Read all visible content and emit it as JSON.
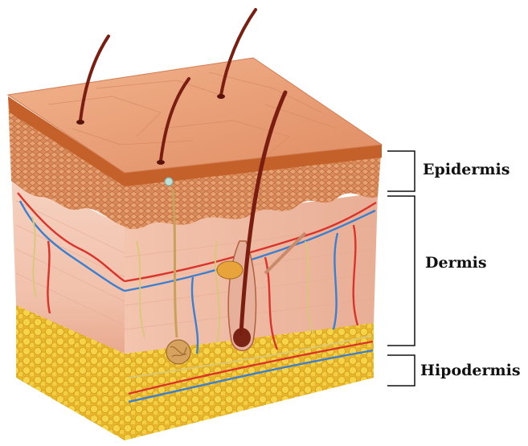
{
  "layers": {
    "epidermis": "Epidermis",
    "dermis": "Dermis",
    "hypodermis": "Hipodermis"
  },
  "colors": {
    "skin_top": "#e89a72",
    "skin_top_light": "#f0b08c",
    "epidermis_band": "#c8642e",
    "dermis": "#f4c9b6",
    "dermis_dark": "#e7a58c",
    "fat": "#f2cc3c",
    "fat_dark": "#d9a820",
    "artery": "#d9332b",
    "vein": "#3b7fd0",
    "nerve": "#d8c878",
    "hair": "#7a1e12",
    "bracket": "#111111"
  },
  "icons": {
    "hair": "hair-strand-icon",
    "gland": "sweat-gland-icon",
    "follicle": "hair-follicle-icon"
  }
}
